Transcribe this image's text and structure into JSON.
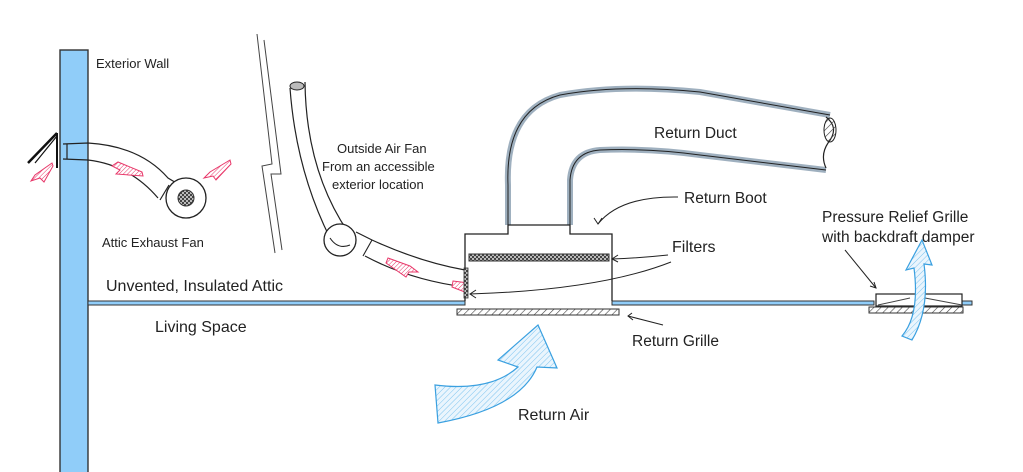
{
  "labels": {
    "exterior_wall": "Exterior Wall",
    "attic_exhaust_fan": "Attic Exhaust Fan",
    "outside_air_fan_line1": "Outside Air Fan",
    "outside_air_fan_line2": "From an accessible",
    "outside_air_fan_line3": "exterior location",
    "unvented_attic": "Unvented, Insulated Attic",
    "living_space": "Living Space",
    "return_duct": "Return Duct",
    "return_boot": "Return Boot",
    "filters": "Filters",
    "return_grille": "Return Grille",
    "return_air": "Return Air",
    "pressure_relief_line1": "Pressure Relief Grille",
    "pressure_relief_line2": "with backdraft damper"
  },
  "colors": {
    "wall_blue": "#90cdf9",
    "arrow_blue": "#3aa0e0",
    "arrow_pink": "#e8386a",
    "duct_gray": "#9fb0bf",
    "ink": "#222222"
  }
}
